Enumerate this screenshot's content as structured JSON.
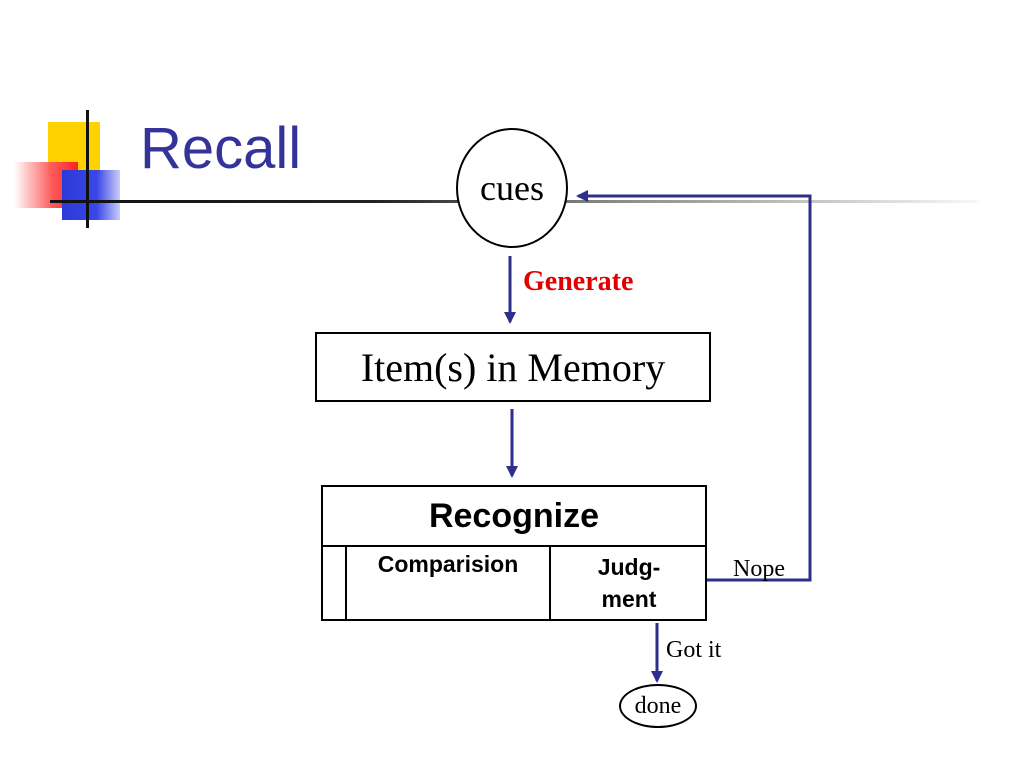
{
  "slide": {
    "title": "Recall"
  },
  "diagram": {
    "cues_label": "cues",
    "generate_label": "Generate",
    "memory_label": "Item(s) in Memory",
    "recognize_label": "Recognize",
    "comparision_label": "Comparision",
    "judgment_line1": "Judg-",
    "judgment_line2": "ment",
    "nope_label": "Nope",
    "gotit_label": "Got it",
    "done_label": "done"
  },
  "colors": {
    "title": "#33339a",
    "arrow": "#2e2e8c",
    "generate": "#e00000"
  }
}
